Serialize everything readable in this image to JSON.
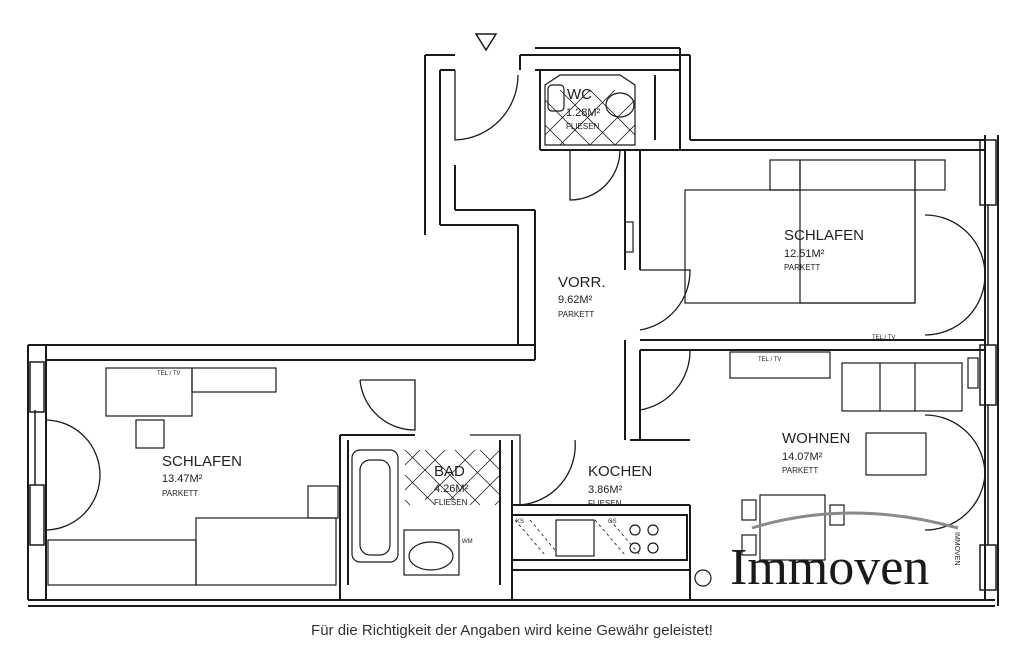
{
  "rooms": {
    "wc": {
      "name": "WC",
      "area": "1.28M²",
      "floor": "FLIESEN"
    },
    "vorr": {
      "name": "VORR.",
      "area": "9.62M²",
      "floor": "PARKETT"
    },
    "schlafen_right": {
      "name": "SCHLAFEN",
      "area": "12.51M²",
      "floor": "PARKETT"
    },
    "schlafen_left": {
      "name": "SCHLAFEN",
      "area": "13.47M²",
      "floor": "PARKETT"
    },
    "bad": {
      "name": "BAD",
      "area": "4.26M²",
      "floor": "FLIESEN"
    },
    "kochen": {
      "name": "KOCHEN",
      "area": "3.86M²",
      "floor": "FLIESEN"
    },
    "wohnen": {
      "name": "WOHNEN",
      "area": "14.07M²",
      "floor": "PARKETT"
    }
  },
  "marks": {
    "tel_tv": "TEL / TV",
    "wm": "WM",
    "ks": "KS",
    "gs": "GS"
  },
  "logo": {
    "text": "Immoven",
    "side_text": "IMMOVEN"
  },
  "disclaimer": "Für die Richtigkeit der Angaben wird keine Gewähr geleistet!",
  "colors": {
    "wall": "#1a1a1a",
    "text": "#222222",
    "logo": "#1a1a1a",
    "logo_arc": "#8a8a8a"
  }
}
